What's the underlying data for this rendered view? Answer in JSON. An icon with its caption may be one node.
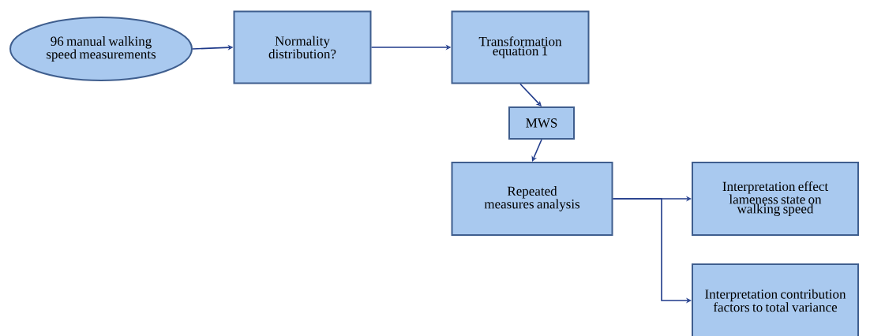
{
  "diagram": {
    "nodes": [
      {
        "text": [
          "96 manual walking speed measurements"
        ]
      },
      {
        "text": [
          "Normality distribution?"
        ]
      },
      {
        "text": [
          "Transformation equation 1"
        ]
      },
      {
        "text": [
          "MWS"
        ]
      },
      {
        "text": [
          "Repeated measures analysis"
        ]
      },
      {
        "text": [
          "Interpretation effect lameness state on walking speed"
        ]
      },
      {
        "text": [
          "Interpretation contribution factors to total variance"
        ]
      }
    ],
    "edges": [
      {
        "from": 0,
        "to": 1,
        "arrow": "to"
      },
      {
        "from": 1,
        "to": 2,
        "arrow": "to"
      },
      {
        "from": 2,
        "to": 3,
        "arrow": "to"
      },
      {
        "from": 3,
        "to": 4,
        "arrow": "to"
      },
      {
        "from": 4,
        "to": 5,
        "arrow": "to"
      },
      {
        "from": 4,
        "to": 6,
        "arrow": "to"
      }
    ]
  }
}
